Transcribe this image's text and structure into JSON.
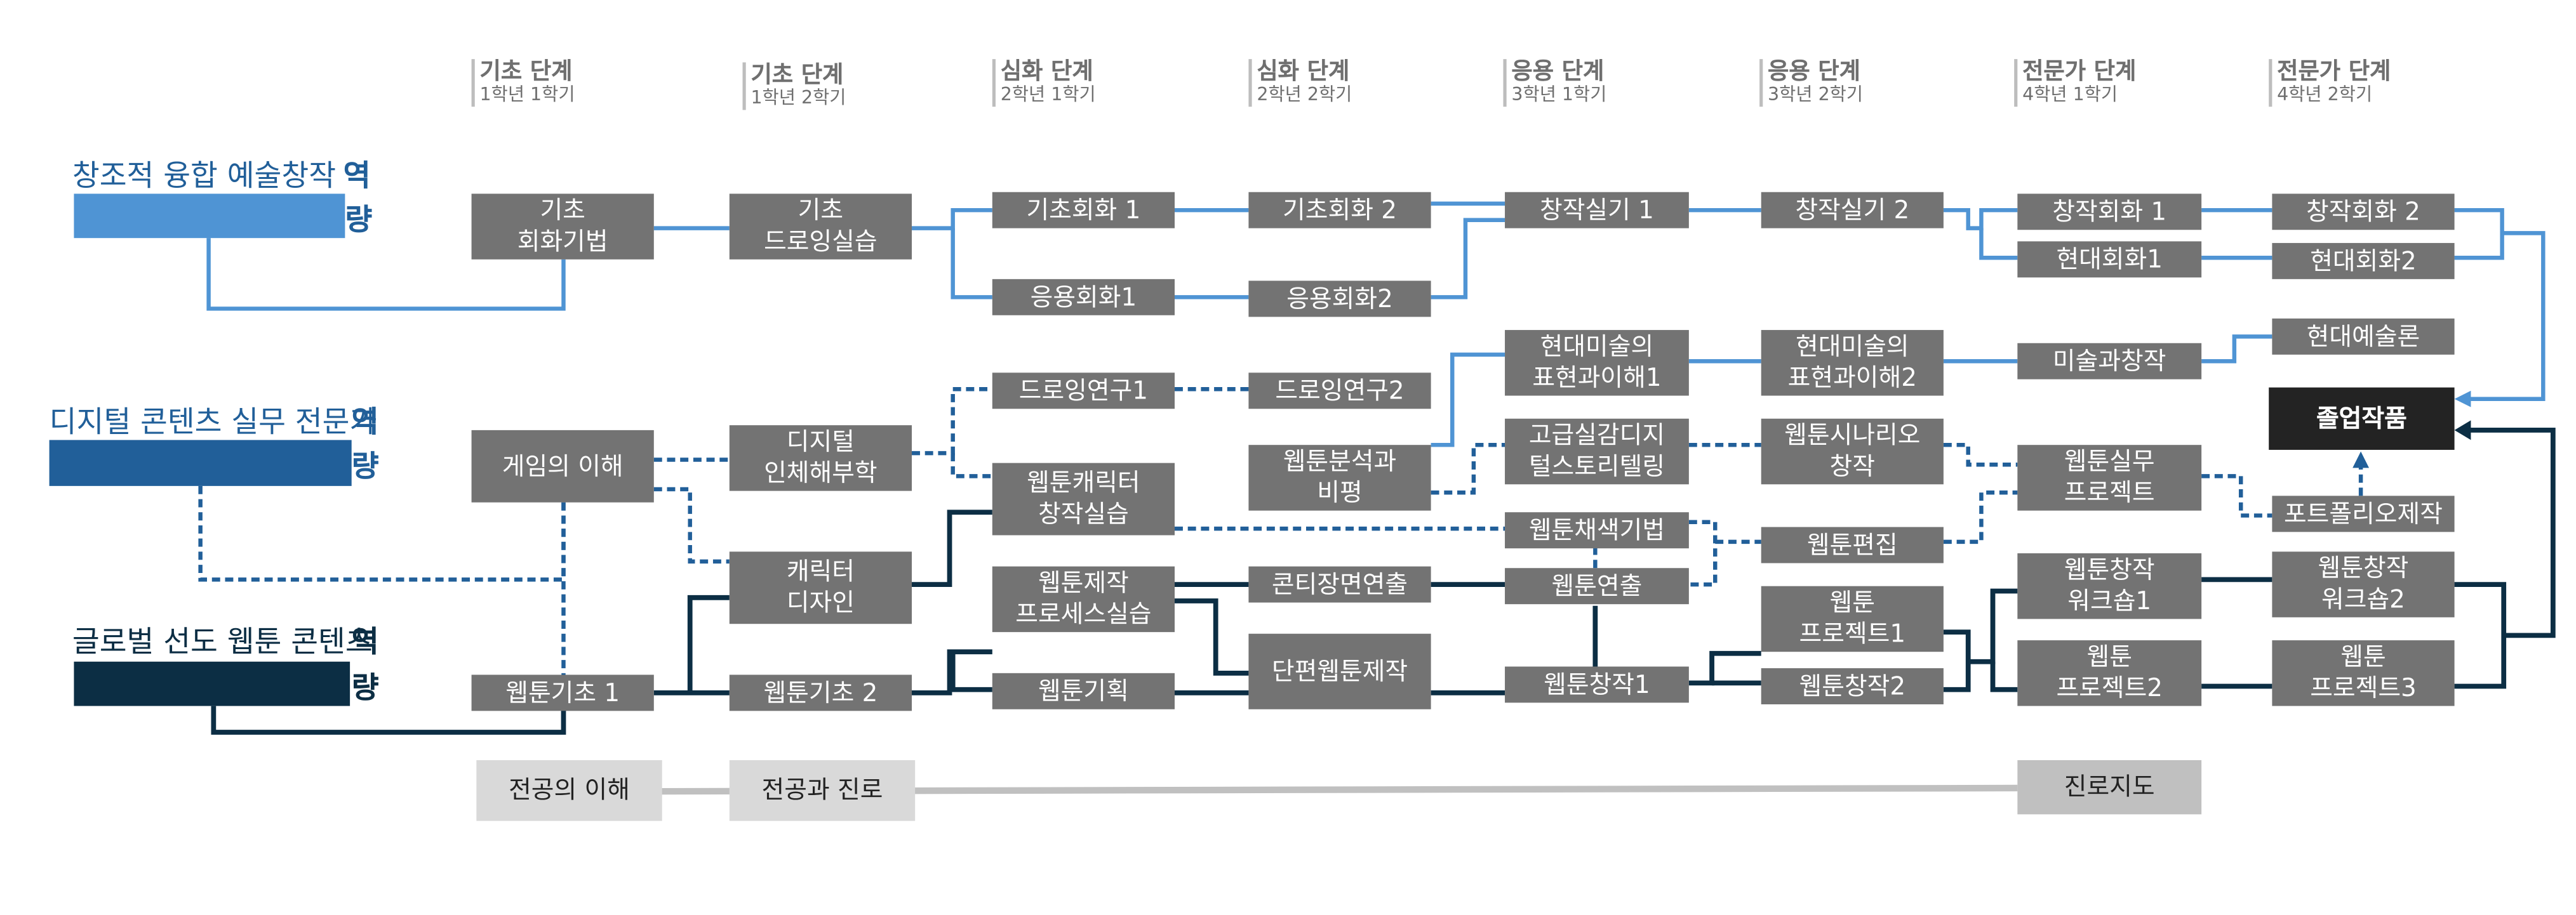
{
  "stages": [
    {
      "title": "기초 단계",
      "sub": "1학년 1학기"
    },
    {
      "title": "기초 단계",
      "sub": "1학년 2학기"
    },
    {
      "title": "심화 단계",
      "sub": "2학년 1학기"
    },
    {
      "title": "심화 단계",
      "sub": "2학년 2학기"
    },
    {
      "title": "응용 단계",
      "sub": "3학년 1학기"
    },
    {
      "title": "응용 단계",
      "sub": "3학년 2학기"
    },
    {
      "title": "전문가 단계",
      "sub": "4학년 1학기"
    },
    {
      "title": "전문가 단계",
      "sub": "4학년 2학기"
    }
  ],
  "competencies": [
    {
      "label": "창조적 융합 예술창작",
      "suffix1": "역",
      "suffix2": "량",
      "color": "#4f94d4"
    },
    {
      "label": "디지털 콘텐츠 실무 전문가",
      "suffix1": "역",
      "suffix2": "량",
      "color": "#215f99"
    },
    {
      "label": "글로벌 선도 웹툰 콘텐츠",
      "suffix1": "역",
      "suffix2": "량",
      "color": "#0c2e44"
    }
  ],
  "courses": {
    "c1": "기초\n회화기법",
    "c2": "기초\n드로잉실습",
    "c3": "기초회화 1",
    "c4": "응용회화1",
    "c5": "기초회화 2",
    "c6": "응용회화2",
    "c7": "창작실기 1",
    "c8": "창작실기 2",
    "c9": "창작회화 1",
    "c10": "현대회화1",
    "c11": "창작회화 2",
    "c12": "현대회화2",
    "d1": "게임의 이해",
    "d2": "디지털\n인체해부학",
    "d3": "드로잉연구1",
    "d4": "드로잉연구2",
    "d5": "웹툰캐릭터\n창작실습",
    "d6": "웹툰분석과\n비평",
    "d7": "현대미술의\n표현과이해1",
    "d8": "고급실감디지\n털스토리텔링",
    "d9": "웹툰채색기법",
    "d10": "현대미술의\n표현과이해2",
    "d11": "웹툰시나리오\n창작",
    "d12": "웹툰편집",
    "d13": "미술과창작",
    "d14": "웹툰실무\n프로젝트",
    "d15": "현대예술론",
    "d16": "포트폴리오제작",
    "final": "졸업작품",
    "w1": "웹툰기초 1",
    "w2": "캐릭터\n디자인",
    "w3": "웹툰기초 2",
    "w4": "웹툰제작\n프로세스실습",
    "w5": "웹툰기획",
    "w6": "콘티장면연출",
    "w7": "단편웹툰제작",
    "w8": "웹툰연출",
    "w9": "웹툰창작1",
    "w10": "웹툰\n프로젝트1",
    "w11": "웹툰창작2",
    "w12": "웹툰창작\n워크숍1",
    "w13": "웹툰\n프로젝트2",
    "w14": "웹툰창작\n워크숍2",
    "w15": "웹툰\n프로젝트3"
  },
  "career": {
    "k1": "전공의 이해",
    "k2": "전공과 진로",
    "k3": "진로지도"
  },
  "colors": {
    "line_art": "#4f94d4",
    "line_digital": "#215f99",
    "line_webtoon": "#0c2e44",
    "line_career": "#c0c0c0",
    "box": "#737373",
    "final_box": "#232323"
  }
}
